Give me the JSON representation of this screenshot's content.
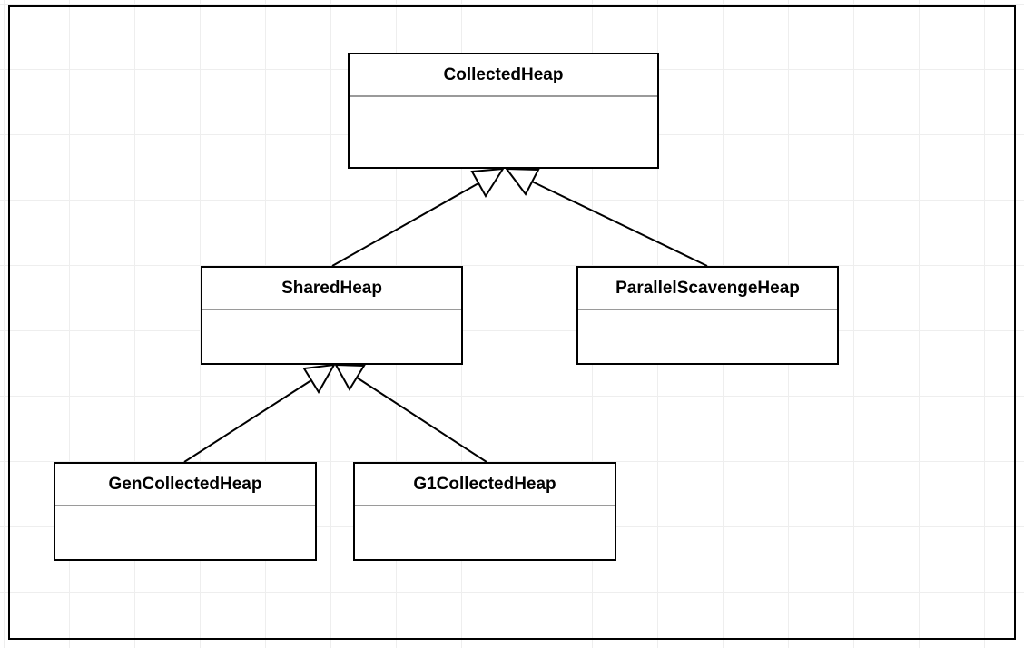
{
  "diagram": {
    "classes": {
      "collected_heap": {
        "name": "CollectedHeap"
      },
      "shared_heap": {
        "name": "SharedHeap"
      },
      "parallel_scavenge_heap": {
        "name": "ParallelScavengeHeap"
      },
      "gen_collected_heap": {
        "name": "GenCollectedHeap"
      },
      "g1_collected_heap": {
        "name": "G1CollectedHeap"
      }
    },
    "relations": [
      {
        "type": "generalization",
        "from": "shared_heap",
        "to": "collected_heap"
      },
      {
        "type": "generalization",
        "from": "parallel_scavenge_heap",
        "to": "collected_heap"
      },
      {
        "type": "generalization",
        "from": "gen_collected_heap",
        "to": "shared_heap"
      },
      {
        "type": "generalization",
        "from": "g1_collected_heap",
        "to": "shared_heap"
      }
    ]
  }
}
